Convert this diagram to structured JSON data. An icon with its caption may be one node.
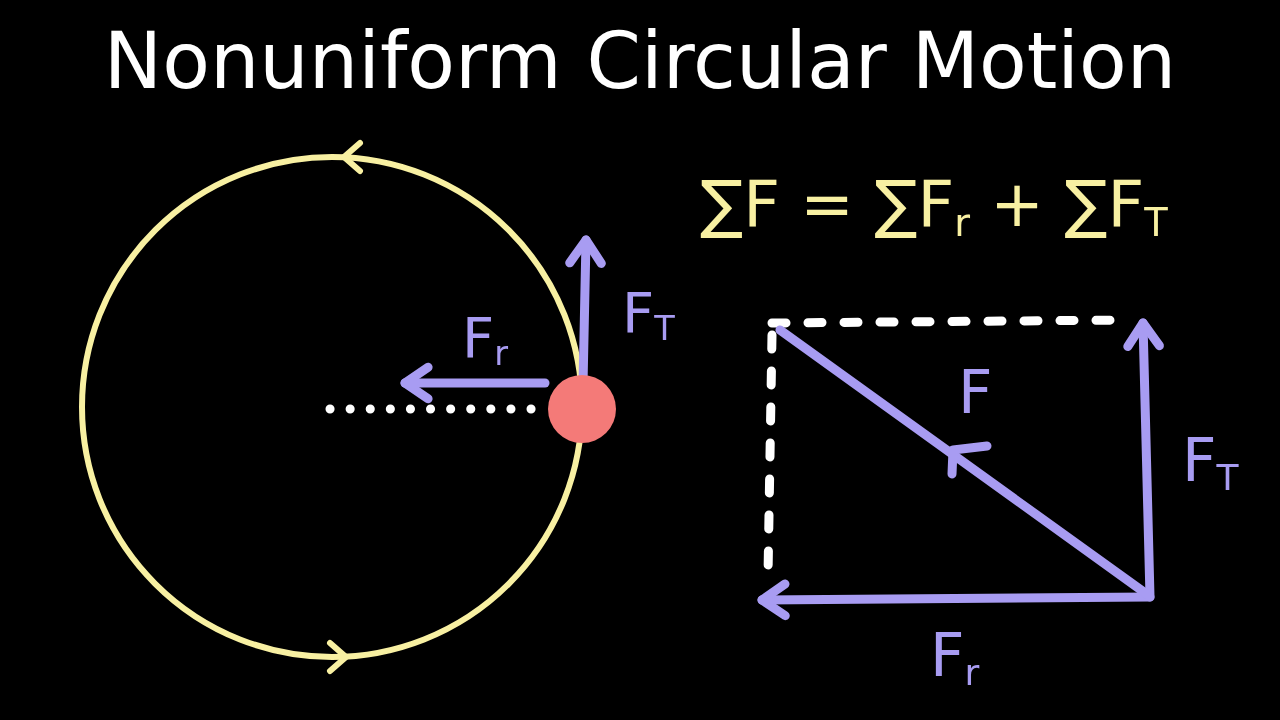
{
  "diagram": {
    "title": "Nonuniform Circular Motion",
    "labels": [
      "∑F = ∑F$_{r}$ + ∑F$_{T}$",
      "F$_{T}$",
      "F$_{r}$",
      "F",
      "F$_{T}$",
      "F$_{r}$"
    ]
  }
}
